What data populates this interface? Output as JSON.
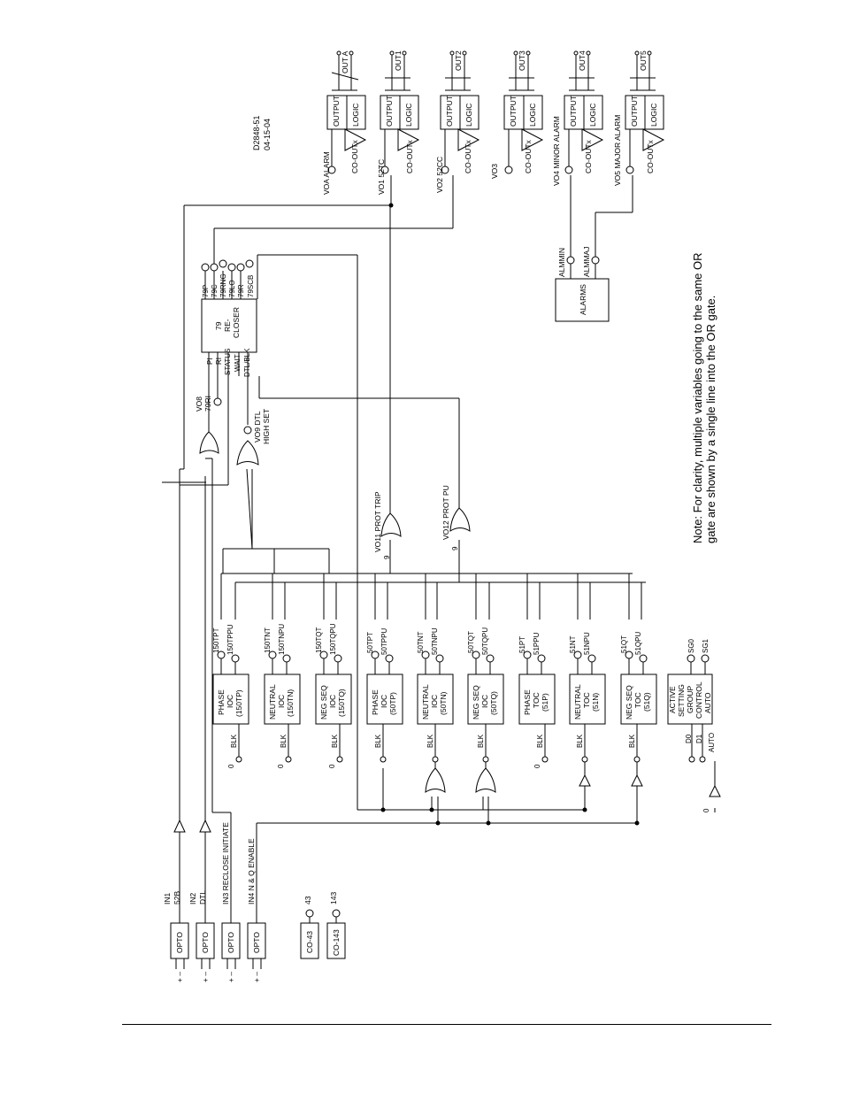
{
  "figure_id": "D2848-51",
  "figure_date": "04-15-04",
  "note_line1": "Note: For clarity, multiple variables going to the same OR",
  "note_line2": "gate are shown by a single line into the OR  gate.",
  "opto": {
    "box_label": "OPTO",
    "polarity": "+  –",
    "inputs": [
      {
        "line1": "IN1",
        "line2": "52B"
      },
      {
        "line1": "IN2",
        "line2": "DTL"
      },
      {
        "line1": "IN3 RECLOSE INITIATE",
        "line2": ""
      },
      {
        "line1": "IN4 N & Q ENABLE",
        "line2": ""
      }
    ]
  },
  "control_switches": [
    {
      "box": "CO-43",
      "out": "43"
    },
    {
      "box": "CO-143",
      "out": "143"
    }
  ],
  "protection_elements": [
    {
      "line1": "PHASE",
      "line2": "IOC",
      "line3": "(150TP)",
      "out_trip": "150TPT",
      "out_pu": "150TPPU",
      "blk": "BLK"
    },
    {
      "line1": "NEUTRAL",
      "line2": "IOC",
      "line3": "(150TN)",
      "out_trip": "150TNT",
      "out_pu": "150TNPU",
      "blk": "BLK"
    },
    {
      "line1": "NEG SEQ",
      "line2": "IOC",
      "line3": "(150TQ)",
      "out_trip": "150TQT",
      "out_pu": "150TQPU",
      "blk": "BLK"
    },
    {
      "line1": "PHASE",
      "line2": "IOC",
      "line3": "(50TP)",
      "out_trip": "50TPT",
      "out_pu": "50TPPU",
      "blk": "BLK"
    },
    {
      "line1": "NEUTRAL",
      "line2": "IOC",
      "line3": "(50TN)",
      "out_trip": "50TNT",
      "out_pu": "50TNPU",
      "blk": "BLK"
    },
    {
      "line1": "NEG SEQ",
      "line2": "IOC",
      "line3": "(50TQ)",
      "out_trip": "50TQT",
      "out_pu": "50TQPU",
      "blk": "BLK"
    },
    {
      "line1": "PHASE",
      "line2": "TOC",
      "line3": "(51P)",
      "out_trip": "51PT",
      "out_pu": "51PPU",
      "blk": "BLK"
    },
    {
      "line1": "NEUTRAL",
      "line2": "TOC",
      "line3": "(51N)",
      "out_trip": "51NT",
      "out_pu": "51NPU",
      "blk": "BLK"
    },
    {
      "line1": "NEG SEQ",
      "line2": "TOC",
      "line3": "(51Q)",
      "out_trip": "51QT",
      "out_pu": "51QPU",
      "blk": "BLK"
    }
  ],
  "zero_label": "0",
  "setting_group": {
    "line1": "ACTIVE",
    "line2": "SETTING",
    "line3": "GROUP",
    "line4": "CONTROL",
    "line5": "AUTO",
    "in_d0": "D0",
    "in_d1": "D1",
    "in_auto": "AUTO",
    "out_sg0": "SG0",
    "out_sg1": "SG1"
  },
  "recloser": {
    "line1": "79",
    "line2": "RE-",
    "line3": "CLOSER",
    "inputs": [
      "PI",
      "RI",
      "STATUS",
      "WAIT",
      "DTL/BLK"
    ],
    "outputs": [
      "79P",
      "79C",
      "79RNG",
      "79LO",
      "79R",
      "79SCB"
    ]
  },
  "virtual_outputs": {
    "vo8_line1": "VO8",
    "vo8_line2": "79RI",
    "vo9_line1": "VO9 DTL",
    "vo9_line2": "HIGH SET",
    "vo11": "VO11 PROT TRIP",
    "vo12": "VO12 PROT PU",
    "gate_count": "9"
  },
  "alarms": {
    "box": "ALARMS",
    "out_min": "ALMMIN",
    "out_maj": "ALMMAJ"
  },
  "output_blocks": [
    {
      "vo": "VOA ALARM",
      "box1": "OUTPUT",
      "box2": "LOGIC",
      "co": "CO-OUTx",
      "contact": "OUT A"
    },
    {
      "vo": "VO1 52TC",
      "box1": "OUTPUT",
      "box2": "LOGIC",
      "co": "CO-OUTx",
      "contact": "OUT1"
    },
    {
      "vo": "VO2 52CC",
      "box1": "OUTPUT",
      "box2": "LOGIC",
      "co": "CO-OUTx",
      "contact": "OUT2"
    },
    {
      "vo": "VO3",
      "box1": "OUTPUT",
      "box2": "LOGIC",
      "co": "CO-OUTx",
      "contact": "OUT3"
    },
    {
      "vo": "VO4 MINOR ALARM",
      "box1": "OUTPUT",
      "box2": "LOGIC",
      "co": "CO-OUTx",
      "contact": "OUT4"
    },
    {
      "vo": "VO5 MAJOR ALARM",
      "box1": "OUTPUT",
      "box2": "LOGIC",
      "co": "CO-OUTx",
      "contact": "OUT5"
    }
  ]
}
